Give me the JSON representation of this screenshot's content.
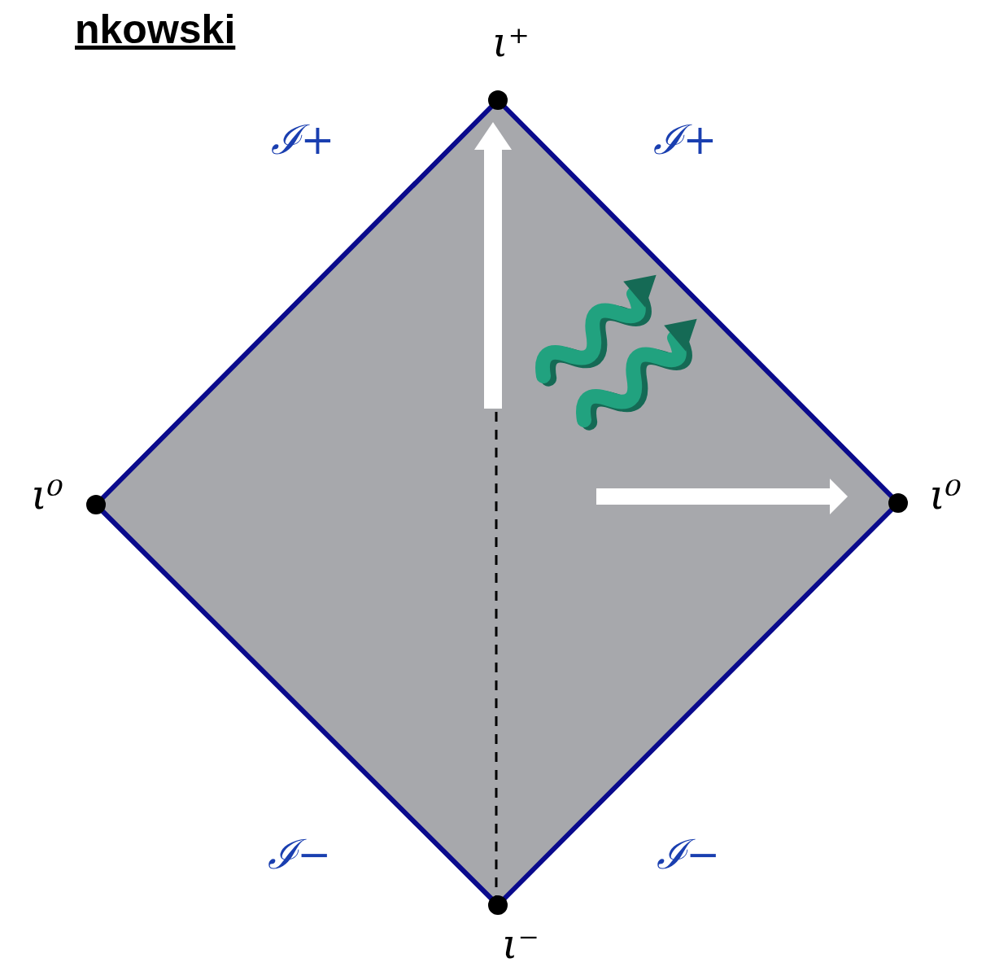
{
  "diagram": {
    "title": "nkowski",
    "labels": [
      "ι⁺",
      "ℐ+",
      "ℐ+",
      "ι⁰",
      "ι⁰",
      "ℐ−",
      "ℐ−",
      "ι⁻"
    ]
  }
}
